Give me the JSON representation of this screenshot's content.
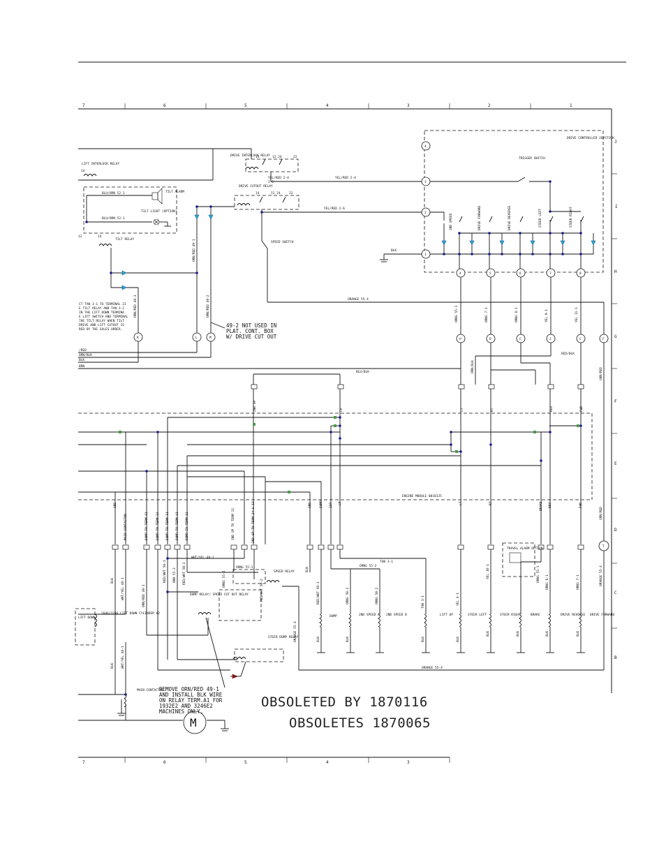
{
  "border": {
    "top_zones": [
      "7",
      "6",
      "5",
      "4",
      "3",
      "2",
      "1"
    ],
    "bottom_zones": [
      "7",
      "6",
      "5",
      "4",
      "3"
    ],
    "side_zones": [
      "J",
      "I",
      "H",
      "G",
      "F",
      "E",
      "D",
      "C",
      "B"
    ]
  },
  "components": {
    "lift_interlock_relay": "LIFT INTERLOCK RELAY",
    "tilt_alarm": "TILT ALARM",
    "tilt_light": "TILT LIGHT (OPTION)",
    "tilt_relay": "TILT RELAY",
    "drive_interlock_relay": "DRIVE INTERLOCK RELAY",
    "drive_cutout_relay": "DRIVE CUTOUT RELAY",
    "speed_switch": "SPEED SWITCH",
    "trigger_switch": "TRIGGER SWITCH",
    "drive_controller": "DRIVE CONTROLLER JOYSTICK",
    "joystick_switches": [
      "2ND SPEED",
      "DRIVE FORWARD",
      "DRIVE REVERSE",
      "STEER LEFT",
      "STEER RIGHT"
    ],
    "engine_module": "ENGINE MODULE 0010125",
    "dump_relay": "DUMP RELAY/ SPEED CUT OUT RELAY",
    "speed_relay": "SPEED RELAY",
    "steer_dump_relay": "STEER DUMP RELAY",
    "travel_alarm": "TRAVEL ALARM OPTION",
    "main_contactor": "MAIN CONTACTOR",
    "lift_down_valve": "2646/3246 LIFT DOWN CYLINDER #2",
    "lift_down_label": "LIFT DOWN",
    "motor_symbol": "M"
  },
  "valves": [
    "DUMP",
    "2ND SPEED A",
    "2ND SPEED B",
    "LIFT UP",
    "STEER LEFT",
    "STEER RIGHT",
    "BRAKE",
    "DRIVE REVERSE",
    "DRIVE FORWARD"
  ],
  "connectors": {
    "joystick_pins": [
      "1",
      "2",
      "3",
      "4"
    ],
    "lower_circles": [
      "4",
      "5",
      "6",
      "7",
      "8"
    ],
    "harness_circles": [
      "H",
      "D",
      "C",
      "J",
      "C",
      "F"
    ],
    "left_circles": [
      "K",
      "L",
      "M"
    ],
    "ground_circle": "T"
  },
  "wires": {
    "yel_red_2_4": "YEL/RED 2-4",
    "yel_red_2_6": "YEL/RED 2-6",
    "blu_orn_52_1": "BLU/ORN 52-1",
    "blk": "BLK",
    "orange_55_4": "ORANGE 55-4",
    "orn_red_49_1": "ORN/RED 49-1",
    "orn_red_49_2": "ORN/RED 49-2",
    "orn_red_48_3": "ORN/RED 48-3",
    "orng_55_1": "ORNG 55-1",
    "orng_7_1": "ORNG 7-1",
    "orng_8_1": "ORNG 8-1",
    "yel_9_1": "YEL 9-1",
    "yel_11_1": "YEL 11-1",
    "blu_blk": "BLU/BLK",
    "red_blk": "RED/BLK",
    "orn_blk": "ORN/BLK",
    "grn_red": "GRN/RED",
    "wht_yel_48_1": "WHT/YEL 48-1",
    "tan_3_1": "TAN 3-1",
    "orng_55_2": "ORNG 55-2"
  },
  "notes": {
    "note_49_2": [
      "49-2 NOT USED IN",
      "PLAT. CONT. BOX",
      "W/ DRIVE CUT OUT"
    ],
    "tilt_note": [
      "CT TAN 3-1 TO TERMINAL 21",
      "E TILT RELAY AND TAN 3-2",
      "IN THE LIFT DOWN TERMINA",
      "E LIFT SWITCH AND TERMINAL",
      "THE TILT RELAY WHEN TILT",
      "DRIVE AND LIFT CUTOUT IS",
      "RED BY THE SALES ORDER."
    ],
    "remove_note": [
      "REMOVE ORN/RED 49-1",
      "AND INSTALL BLK WIRE",
      "ON RELAY TERM.A1 FOR",
      "1932E2 AND 3246E2",
      "MACHINES ONLY."
    ]
  },
  "module_pins": [
    "GND",
    "MAIN CONTACTOR",
    "DUMP TO TERM A1",
    "DUMP TO TERM 14",
    "DUMP TO TERM 11",
    "DUMP TO TERM A1",
    "DUMP TO TERM 12",
    "2ND SP TO TERM 21",
    "2ND SP TO TERM 24 & 12",
    "GND",
    "DUMP",
    "2SP",
    "LP",
    "LT",
    "RT",
    "BRAKE",
    "REV",
    "FWD"
  ],
  "top_pins": [
    "2ND SP",
    "LP",
    "LT",
    "RT",
    "REV",
    "FWD"
  ],
  "stamps": {
    "obsoleted_by": "OBSOLETED BY 1870116",
    "obsoletes": "OBSOLETES 1870065"
  }
}
